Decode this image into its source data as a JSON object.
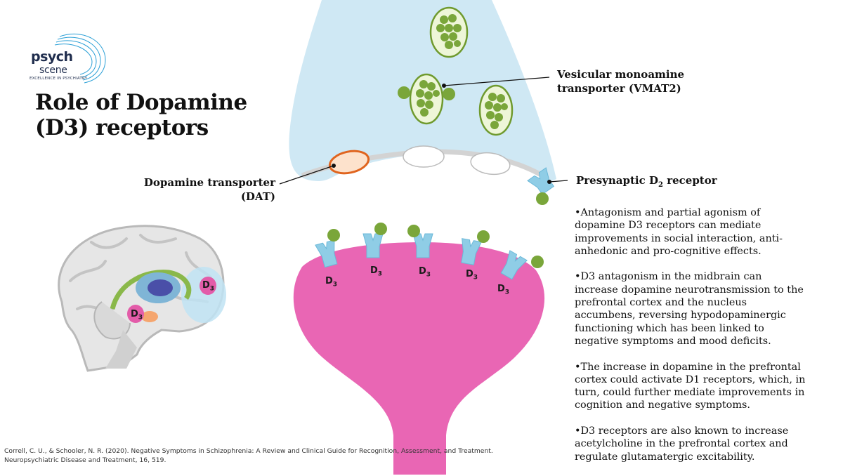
{
  "logo": {
    "brand_line1": "psych",
    "brand_line2": "scene",
    "tagline": "EXCELLENCE IN PSYCHIATRY"
  },
  "title": "Role of Dopamine (D3) receptors",
  "labels": {
    "vmat": "Vesicular monoamine transporter (VMAT2)",
    "dat": "Dopamine transporter (DAT)",
    "d2_prefix": "Presynaptic D",
    "d2_sub": "2",
    "d2_suffix": " receptor"
  },
  "receptor_labels": {
    "letter": "D",
    "sub": "3"
  },
  "bullets": [
    "•Antagonism and partial agonism of dopamine D3 receptors can mediate improvements in social interaction, anti-anhedonic and pro-cognitive effects.",
    "•D3 antagonism in the midbrain can increase dopamine neurotransmission to the prefrontal cortex and the nucleus accumbens, reversing hypodopaminergic functioning which has been linked to negative symptoms and mood deficits.",
    "•The increase in dopamine in the prefrontal cortex could activate D1 receptors, which, in turn, could further mediate improvements in cognition and negative symptoms.",
    "•D3 receptors are also known to increase acetylcholine in the prefrontal cortex and regulate glutamatergic excitability."
  ],
  "citation": "Correll, C. U., & Schooler, N. R. (2020). Negative Symptoms in Schizophrenia: A Review and Clinical Guide for Recognition, Assessment, and Treatment. Neuropsychiatric Disease and Treatment, 16, 519.",
  "colors": {
    "presynaptic": "#cfe8f4",
    "postsynaptic": "#e966b4",
    "dopamine": "#7aa63a",
    "vesicle_fill": "#eef6d8",
    "vesicle_stroke": "#6f9a2e",
    "receptor": "#8fcde6",
    "dat_stroke": "#e0641e",
    "dat_fill": "#fde2cc",
    "d3_region": "#e35ca9"
  }
}
